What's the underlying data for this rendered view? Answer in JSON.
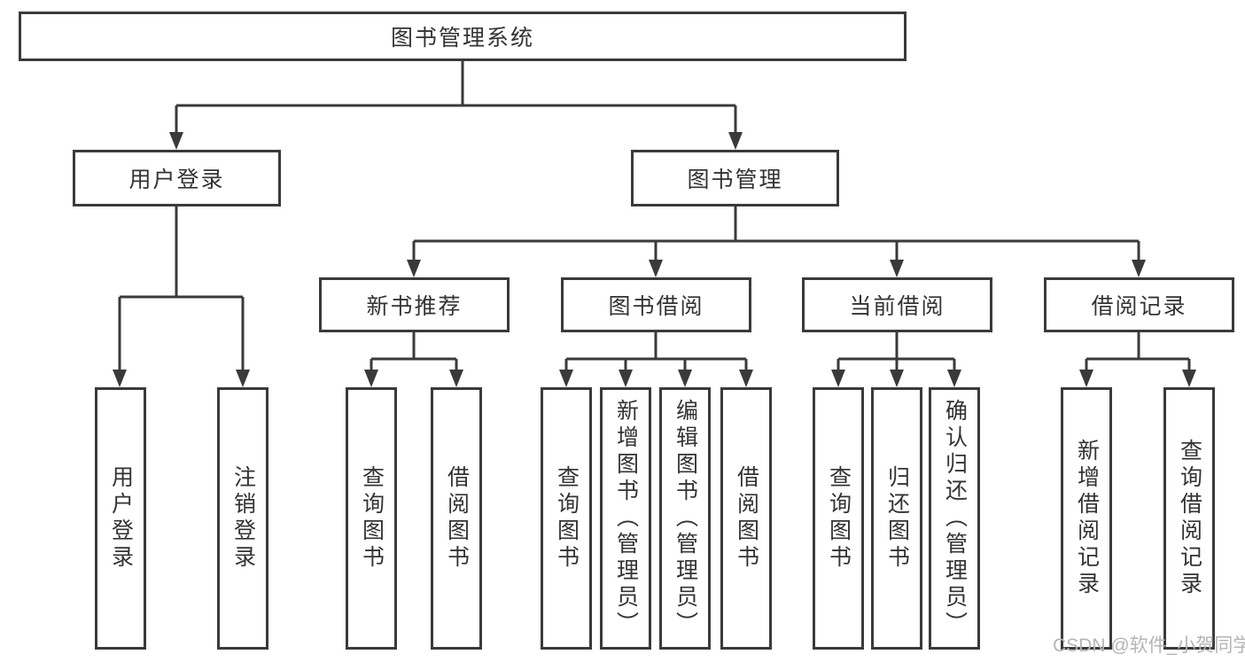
{
  "diagram": {
    "type": "hierarchy-tree",
    "colors": {
      "line": "#3a3a3a",
      "box_border": "#3a3a3a",
      "box_background": "#ffffff",
      "text": "#333333",
      "watermark": "#b5b5b5"
    },
    "root": {
      "label": "图书管理系统"
    },
    "level1": {
      "user_login": {
        "label": "用户登录"
      },
      "book_mgmt": {
        "label": "图书管理"
      }
    },
    "level2": {
      "new_book_rec": {
        "label": "新书推荐",
        "parent": "图书管理"
      },
      "book_borrow": {
        "label": "图书借阅",
        "parent": "图书管理"
      },
      "current_borrow": {
        "label": "当前借阅",
        "parent": "图书管理"
      },
      "borrow_record": {
        "label": "借阅记录",
        "parent": "图书管理"
      }
    },
    "leaves": {
      "ul_login": {
        "label": "用户登录",
        "parent": "用户登录"
      },
      "ul_logout": {
        "label": "注销登录",
        "parent": "用户登录"
      },
      "rec_query": {
        "label": "查询图书",
        "parent": "新书推荐"
      },
      "rec_borrow": {
        "label": "借阅图书",
        "parent": "新书推荐"
      },
      "bb_query": {
        "label": "查询图书",
        "parent": "图书借阅"
      },
      "bb_add": {
        "label": "新增图书（管理员）",
        "parent": "图书借阅"
      },
      "bb_edit": {
        "label": "编辑图书（管理员）",
        "parent": "图书借阅"
      },
      "bb_borrow": {
        "label": "借阅图书",
        "parent": "图书借阅"
      },
      "cb_query": {
        "label": "查询图书",
        "parent": "当前借阅"
      },
      "cb_return": {
        "label": "归还图书",
        "parent": "当前借阅"
      },
      "cb_confirm": {
        "label": "确认归还（管理员）",
        "parent": "当前借阅"
      },
      "br_add": {
        "label": "新增借阅记录",
        "parent": "借阅记录"
      },
      "br_query": {
        "label": "查询借阅记录",
        "parent": "借阅记录"
      }
    },
    "watermark": {
      "text": "CSDN @软件_小贺同学"
    }
  }
}
